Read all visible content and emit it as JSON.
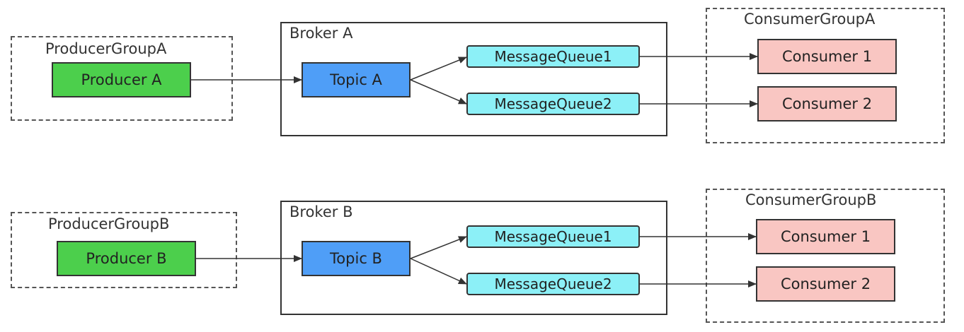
{
  "flows": [
    {
      "producer_group": "ProducerGroupA",
      "producer": "Producer A",
      "broker": "Broker A",
      "topic": "Topic A",
      "queues": [
        "MessageQueue1",
        "MessageQueue2"
      ],
      "consumer_group": "ConsumerGroupA",
      "consumers": [
        "Consumer 1",
        "Consumer 2"
      ]
    },
    {
      "producer_group": "ProducerGroupB",
      "producer": "Producer B",
      "broker": "Broker B",
      "topic": "Topic B",
      "queues": [
        "MessageQueue1",
        "MessageQueue2"
      ],
      "consumer_group": "ConsumerGroupB",
      "consumers": [
        "Consumer 1",
        "Consumer 2"
      ]
    }
  ],
  "colors": {
    "producer": "#4ccf4c",
    "topic": "#4f9ef7",
    "queue": "#8cf0f7",
    "consumer": "#f9c6c2"
  }
}
